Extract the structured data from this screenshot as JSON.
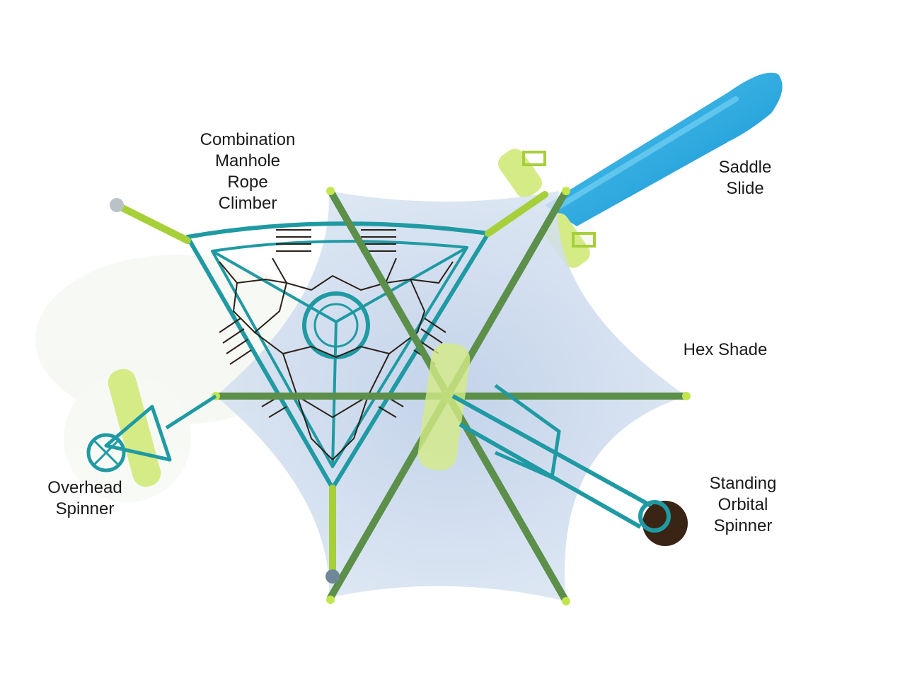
{
  "labels": {
    "rope_climber": [
      "Combination",
      "Manhole",
      "Rope",
      "Climber"
    ],
    "saddle_slide": [
      "Saddle",
      "Slide"
    ],
    "hex_shade": [
      "Hex Shade"
    ],
    "overhead_spinner": [
      "Overhead",
      "Spinner"
    ],
    "standing_orbital_spinner": [
      "Standing",
      "Orbital",
      "Spinner"
    ]
  },
  "colors": {
    "teal_frame": "#1f9aa3",
    "lime_post": "#a6cf3a",
    "shade_canopy": "#c9d8ec",
    "shade_post": "#5b8f4a",
    "slide_blue": "#1aa7e0",
    "rope": "#2b2118",
    "spinner_base": "#3a2414"
  }
}
